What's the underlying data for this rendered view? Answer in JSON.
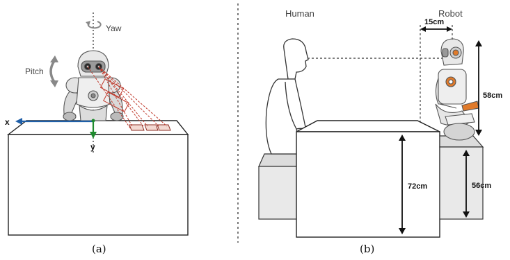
{
  "panel_a": {
    "yaw_label": "Yaw",
    "pitch_label": "Pitch",
    "x_axis_label": "x",
    "y_axis_label": "y",
    "caption": "(a)"
  },
  "panel_b": {
    "human_label": "Human",
    "robot_label": "Robot",
    "offset_label": "15cm",
    "robot_height_label": "58cm",
    "table_height_label": "72cm",
    "seat_height_label": "56cm",
    "caption": "(b)"
  },
  "colors": {
    "x_axis": "#1f5fa8",
    "y_axis": "#1f8a2e",
    "gaze_rays": "#c0392b",
    "robot_accent": "#e07a2a"
  }
}
